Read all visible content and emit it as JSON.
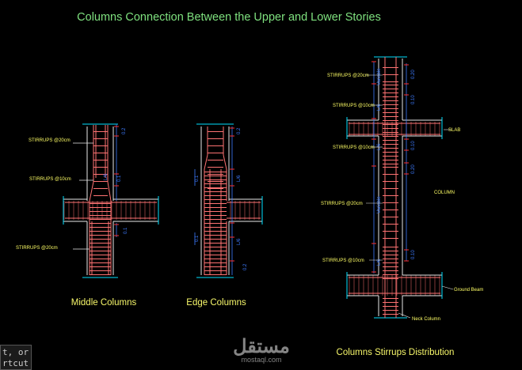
{
  "title": "Columns Connection Between the Upper and Lower Stories",
  "colors": {
    "background": "#000000",
    "title": "#7ee07e",
    "rebar": "#ff7373",
    "dimension": "#3d7bff",
    "label": "#ffff66",
    "concrete_edge": "#e8e8e8",
    "cut_line": "#00e0ff"
  },
  "middle_columns": {
    "caption": "Middle Columns",
    "stirrups_top": "STIRRUPS @20cm",
    "stirrups_mid": "STIRRUPS @10cm",
    "stirrups_bottom": "STIRRUPS @20cm",
    "dim_top": "0.2",
    "dim_l6": "L/6",
    "dim_01a": "0.1",
    "dim_01b": "0.1"
  },
  "edge_columns": {
    "caption": "Edge Columns",
    "dim_top": "0.2",
    "dim_l6_top": "L/6",
    "dim_01_top": "0.1",
    "dim_01_bottom": "0.1",
    "dim_l6_bottom": "L/6",
    "dim_02_bottom": "0.2"
  },
  "distribution": {
    "caption": "Columns Stirrups Distribution",
    "slab": "SLAB",
    "column": "COLUMN",
    "ground_beam": "Ground Beam",
    "neck_column": "Neck Column",
    "stirrups": [
      "STIRRUPS @20cm",
      "STIRRUPS @10cm",
      "STIRRUPS @10cm",
      "STIRRUPS @20cm",
      "STIRRUPS @10cm"
    ],
    "variable": "Variable",
    "l6": "L/6",
    "dims": [
      "0.20",
      "0.10",
      "0.10",
      "0.20",
      "0.10"
    ]
  },
  "watermark": {
    "arabic": "مستقل",
    "latin": "mostaql.com"
  },
  "overlay": {
    "line1": "t, or",
    "line2": "rtcut"
  }
}
